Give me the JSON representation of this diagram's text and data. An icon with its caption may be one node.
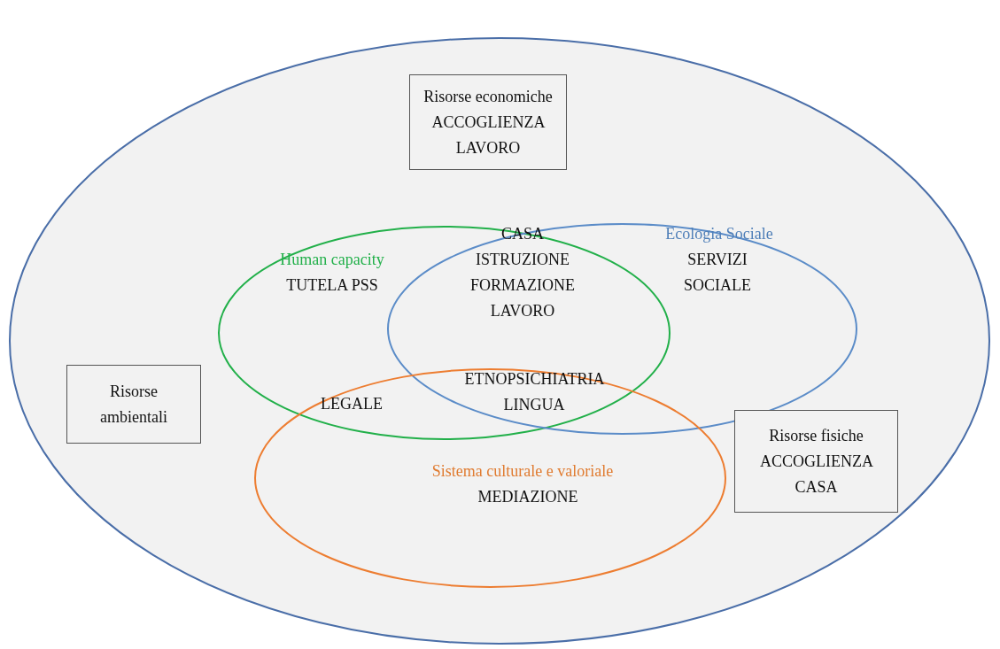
{
  "diagram": {
    "nodes": [
      {
        "text": [],
        "shape": "ellipse"
      },
      {
        "text": [
          "Risorse economiche",
          "ACCOGLIENZA LAVORO"
        ],
        "in": 0
      },
      {
        "text": [
          "Human capacity",
          "TUTELA PSS"
        ],
        "in": 0
      },
      {
        "text": [
          "Ecologia Sociale",
          "SERVIZI SOCIALE"
        ],
        "in": 0
      },
      {
        "text": [
          "Risorse ambientali"
        ],
        "in": 0
      },
      {
        "text": [
          "Sistema culturale e valoriale",
          "MEDIAZIONE"
        ],
        "in": 0
      },
      {
        "text": [
          "Risorse fisiche",
          "ACCOGLIENZA CASA"
        ],
        "in": 0
      }
    ],
    "labels": [
      "CASA ISTRUZIONE FORMAZIONE LAVORO",
      "ETNOPSICHIATRIA LINGUA",
      "LEGALE"
    ]
  }
}
